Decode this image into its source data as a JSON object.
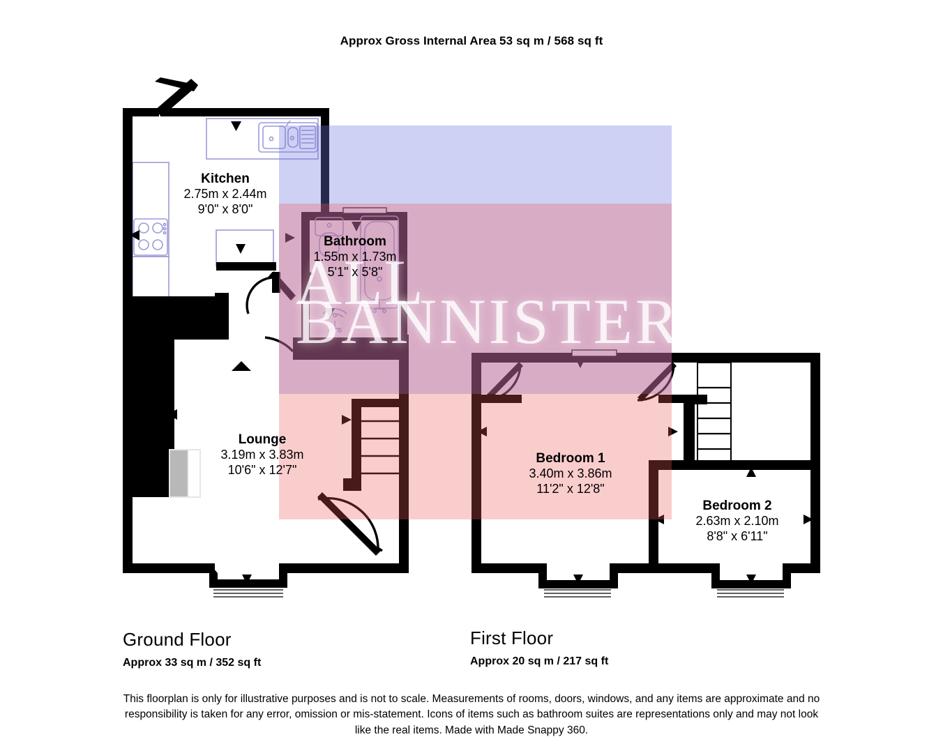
{
  "header": {
    "title": "Approx Gross Internal Area",
    "area": "53 sq m / 568 sq ft"
  },
  "watermark": {
    "line1": "ALL",
    "line2": "BANNISTER"
  },
  "colors": {
    "wall": "#000000",
    "overlay_blue": "#b9bdf2",
    "overlay_pink": "#f8bcbc",
    "fixture_outline": "#9b9bd6",
    "text": "#000000"
  },
  "floors": [
    {
      "id": "ground-floor",
      "title": "Ground Floor",
      "area": "Approx 33 sq m / 352 sq ft",
      "rooms": [
        {
          "id": "kitchen",
          "name": "Kitchen",
          "dim_metric": "2.75m x 2.44m",
          "dim_imperial": "9'0\" x 8'0\""
        },
        {
          "id": "bathroom",
          "name": "Bathroom",
          "dim_metric": "1.55m x 1.73m",
          "dim_imperial": "5'1\" x 5'8\""
        },
        {
          "id": "lounge",
          "name": "Lounge",
          "dim_metric": "3.19m x 3.83m",
          "dim_imperial": "10'6\" x 12'7\""
        }
      ]
    },
    {
      "id": "first-floor",
      "title": "First Floor",
      "area": "Approx 20 sq m / 217 sq ft",
      "rooms": [
        {
          "id": "bedroom-1",
          "name": "Bedroom 1",
          "dim_metric": "3.40m x 3.86m",
          "dim_imperial": "11'2\" x 12'8\""
        },
        {
          "id": "bedroom-2",
          "name": "Bedroom 2",
          "dim_metric": "2.63m x 2.10m",
          "dim_imperial": "8'8\" x 6'11\""
        }
      ]
    }
  ],
  "disclaimer": "This floorplan is only for illustrative purposes and is not to scale. Measurements of rooms, doors, windows, and any items are approximate and no responsibility is taken for any error, omission or mis-statement. Icons of items such as bathroom suites are representations only and may not look like the real items. Made with Made Snappy 360."
}
